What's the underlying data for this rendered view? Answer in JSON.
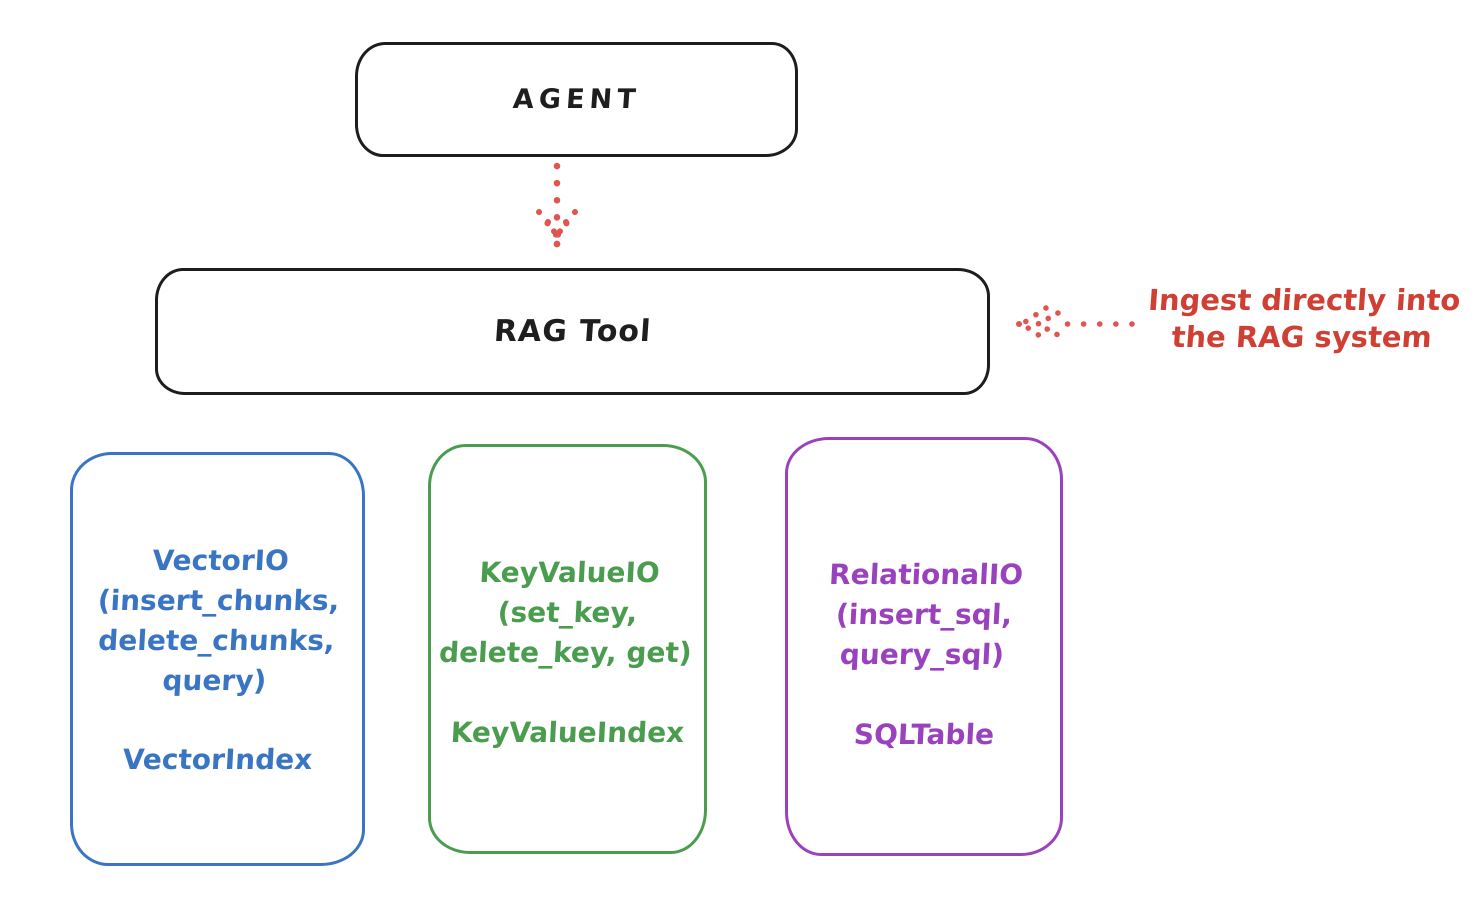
{
  "diagram": {
    "nodes": {
      "agent": {
        "label": "AGENT"
      },
      "rag_tool": {
        "label": "RAG Tool"
      }
    },
    "annotation": {
      "text": "Ingest directly into\nthe RAG system"
    },
    "stores": [
      {
        "name": "vector-io",
        "header": "VectorIO\n(insert_chunks,\ndelete_chunks,\nquery)",
        "index": "VectorIndex",
        "color": "#3a75c4"
      },
      {
        "name": "keyvalue-io",
        "header": "KeyValueIO\n(set_key,\ndelete_key, get)",
        "index": "KeyValueIndex",
        "color": "#4a9d4f"
      },
      {
        "name": "relational-io",
        "header": "RelationalIO\n(insert_sql,\nquery_sql)",
        "index": "SQLTable",
        "color": "#9a42be"
      }
    ],
    "colors": {
      "outline_black": "#1d1d1d",
      "annotation_red": "#cf3f33",
      "arrow_red": "#e0554d",
      "vector_blue": "#3a75c4",
      "keyvalue_green": "#4a9d4f",
      "relational_purple": "#9a42be",
      "background": "#ffffff"
    }
  }
}
